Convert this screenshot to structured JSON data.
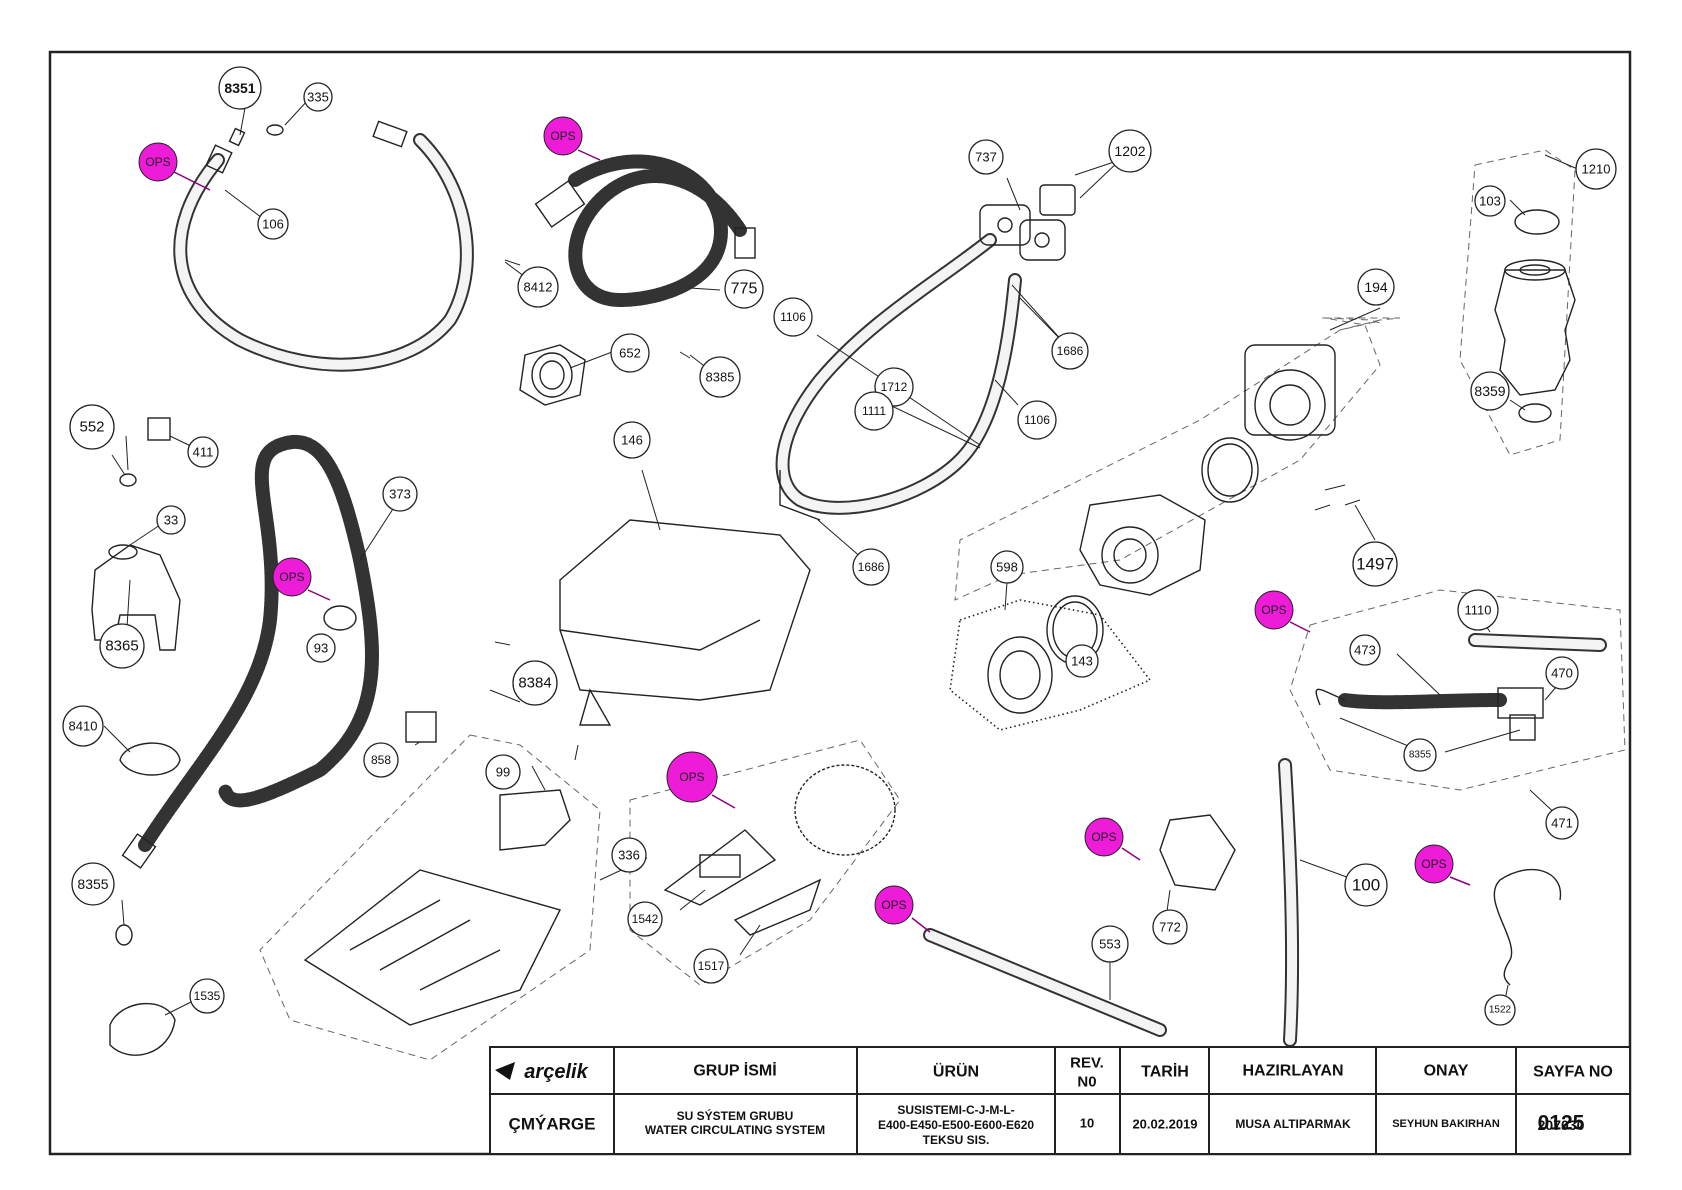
{
  "colors": {
    "ops": "#ee1bd8",
    "line": "#222222",
    "border": "#222222"
  },
  "parts": [
    {
      "id": "p8351",
      "label": "8351"
    },
    {
      "id": "p335",
      "label": "335"
    },
    {
      "id": "p106",
      "label": "106"
    },
    {
      "id": "p8412",
      "label": "8412"
    },
    {
      "id": "p775",
      "label": "775"
    },
    {
      "id": "p652",
      "label": "652"
    },
    {
      "id": "p8385",
      "label": "8385"
    },
    {
      "id": "p737",
      "label": "737"
    },
    {
      "id": "p1202",
      "label": "1202"
    },
    {
      "id": "p1106a",
      "label": "1106"
    },
    {
      "id": "p1686a",
      "label": "1686"
    },
    {
      "id": "p1712",
      "label": "1712"
    },
    {
      "id": "p1111",
      "label": "1111"
    },
    {
      "id": "p1106b",
      "label": "1106"
    },
    {
      "id": "p1686b",
      "label": "1686"
    },
    {
      "id": "p1210",
      "label": "1210"
    },
    {
      "id": "p103",
      "label": "103"
    },
    {
      "id": "p8359",
      "label": "8359"
    },
    {
      "id": "p194",
      "label": "194"
    },
    {
      "id": "p1497",
      "label": "1497"
    },
    {
      "id": "p552",
      "label": "552"
    },
    {
      "id": "p411",
      "label": "411"
    },
    {
      "id": "p373",
      "label": "373"
    },
    {
      "id": "p33",
      "label": "33"
    },
    {
      "id": "p8365",
      "label": "8365"
    },
    {
      "id": "p93",
      "label": "93"
    },
    {
      "id": "p146",
      "label": "146"
    },
    {
      "id": "p8384",
      "label": "8384"
    },
    {
      "id": "p598",
      "label": "598"
    },
    {
      "id": "p143",
      "label": "143"
    },
    {
      "id": "p1110",
      "label": "1110"
    },
    {
      "id": "p473",
      "label": "473"
    },
    {
      "id": "p470",
      "label": "470"
    },
    {
      "id": "p8355b",
      "label": "8355"
    },
    {
      "id": "p471",
      "label": "471"
    },
    {
      "id": "p8410",
      "label": "8410"
    },
    {
      "id": "p858",
      "label": "858"
    },
    {
      "id": "p99",
      "label": "99"
    },
    {
      "id": "p336",
      "label": "336"
    },
    {
      "id": "p1542",
      "label": "1542"
    },
    {
      "id": "p1517",
      "label": "1517"
    },
    {
      "id": "p100",
      "label": "100"
    },
    {
      "id": "p772",
      "label": "772"
    },
    {
      "id": "p8355a",
      "label": "8355"
    },
    {
      "id": "p553",
      "label": "553"
    },
    {
      "id": "p1535",
      "label": "1535"
    },
    {
      "id": "p1522",
      "label": "1522"
    }
  ],
  "ops_tags": [
    "OPS",
    "OPS",
    "OPS",
    "OPS",
    "OPS",
    "OPS",
    "OPS",
    "OPS",
    "OPS"
  ],
  "title_block": {
    "brand": "arçelik",
    "headers": {
      "group": "GRUP İSMİ",
      "product": "ÜRÜN",
      "rev": "REV.",
      "rev2": "N0",
      "date": "TARİH",
      "prepared": "HAZIRLAYAN",
      "approval": "ONAY",
      "page": "SAYFA NO"
    },
    "values": {
      "model": "ÇMÝARGE",
      "group_line1": "SU SÝSTEM GRUBU",
      "group_line2": "WATER CIRCULATING SYSTEM",
      "product_line1": "SUSISTEMI-C-J-M-L-",
      "product_line2": "E400-E450-E500-E600-E620",
      "product_line3": "TEKSU SIS.",
      "rev": "10",
      "date": "20.02.2019",
      "prepared": "MUSA ALTIPARMAK",
      "approval": "SEYHUN BAKIRHAN",
      "page_prefix": "207030",
      "page_suffix": "0125"
    }
  }
}
